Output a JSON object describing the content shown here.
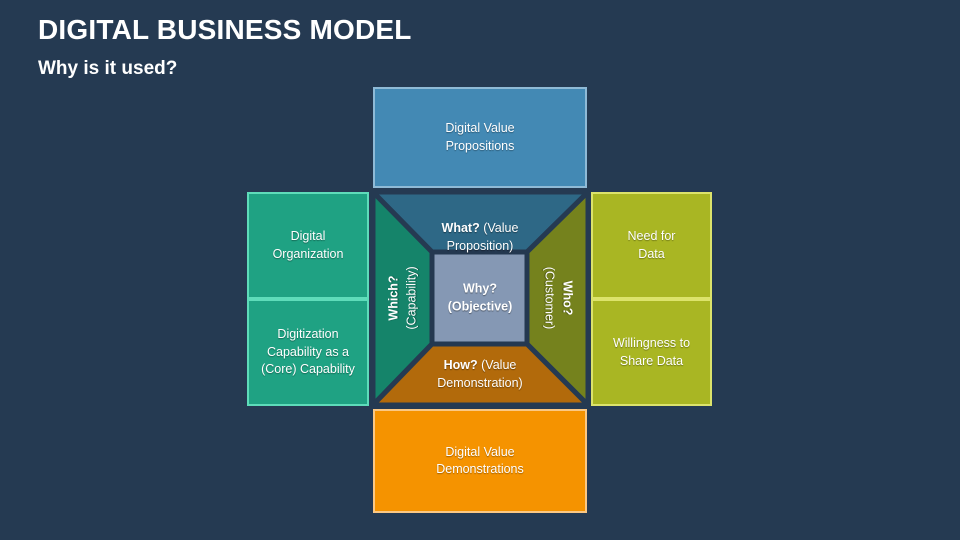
{
  "slide": {
    "title": "DIGITAL BUSINESS MODEL",
    "subtitle": "Why is it used?"
  },
  "diagram": {
    "outer_boxes": {
      "top": "Digital Value Propositions",
      "left_top": "Digital Organization",
      "left_bottom": "Digitization Capability as a (Core) Capability",
      "right_top": "Need for Data",
      "right_bottom": "Willingness to Share Data",
      "bottom": "Digital Value Demonstrations"
    },
    "matrix": {
      "what": {
        "q": "What?",
        "label": "(Value Proposition)"
      },
      "which": {
        "q": "Which?",
        "label": "(Capability)"
      },
      "who": {
        "q": "Who?",
        "label": "(Customer)"
      },
      "how": {
        "q": "How?",
        "label": "(Value Demonstration)"
      },
      "why": {
        "q": "Why?",
        "label": "(Objective)"
      }
    },
    "colors": {
      "background": "#253A52",
      "top_box": "#4389B4",
      "top_box_border": "#8FBAD6",
      "top_trapezoid": "#2E6886",
      "teal_box": "#1FA283",
      "teal_box_border": "#5EDCBA",
      "left_trapezoid": "#15846A",
      "olive_box": "#A9B623",
      "olive_box_border": "#DCE36B",
      "right_trapezoid": "#75821D",
      "orange_box": "#F59300",
      "orange_box_border": "#FBC884",
      "bottom_trapezoid": "#B26A0B",
      "center_square": "#8598B4",
      "center_square_border": "#243850"
    }
  }
}
